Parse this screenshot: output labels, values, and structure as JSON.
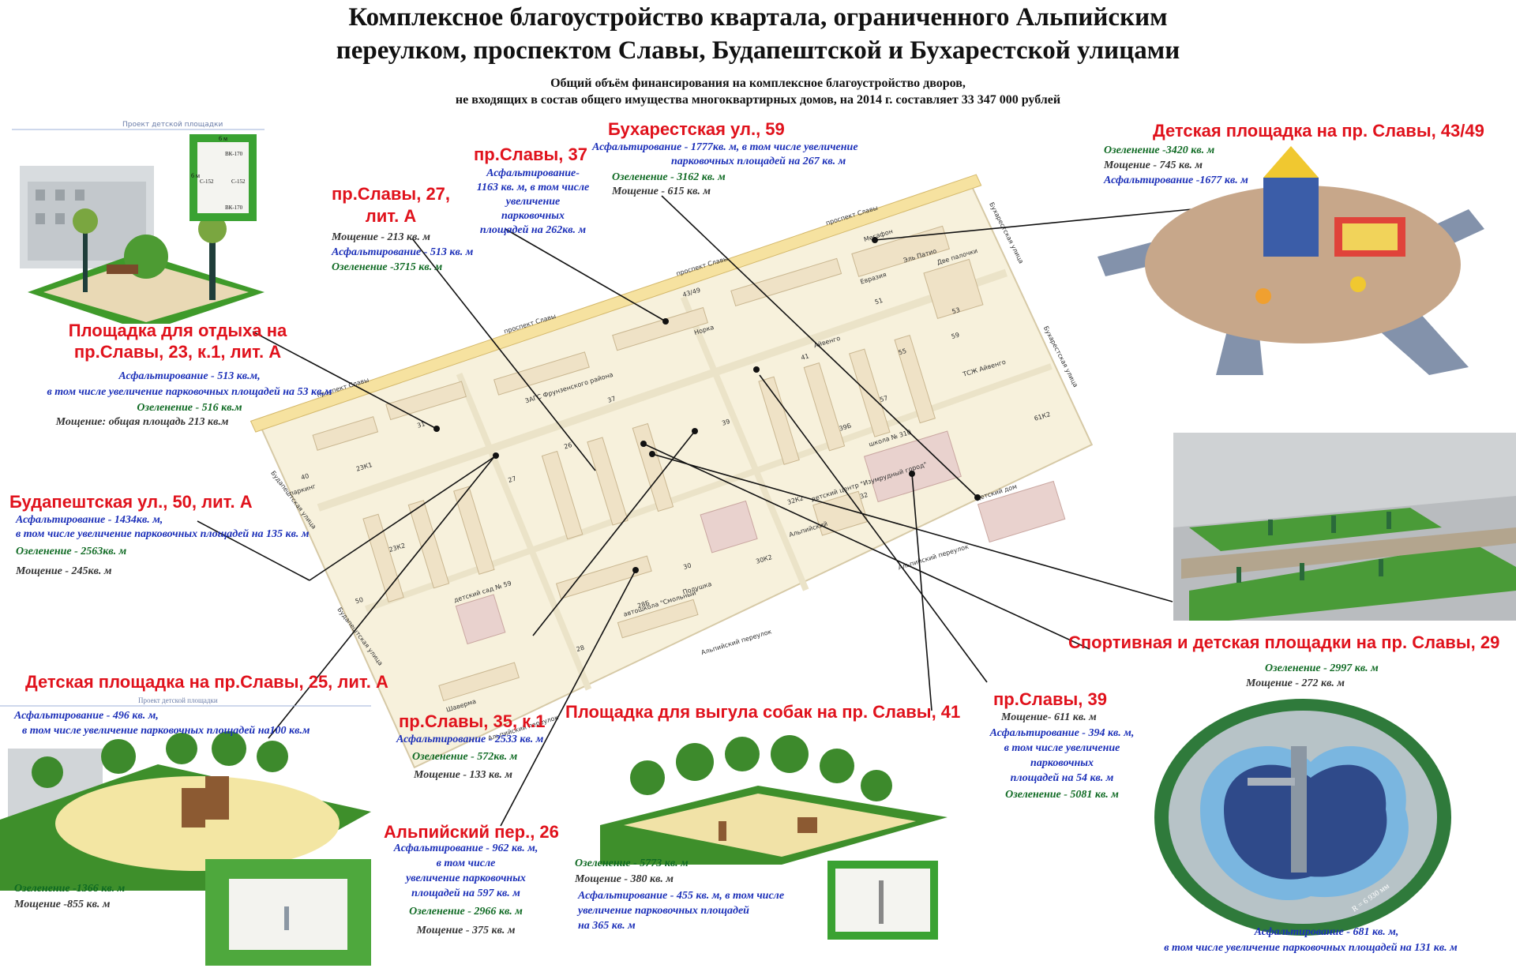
{
  "title_line1": "Комплексное благоустройство квартала, ограниченного Альпийским",
  "title_line2": "переулком, проспектом Славы, Будапештской и Бухарестской улицами",
  "subtitle_line1": "Общий объём финансирования  на комплексное благоустройство дворов,",
  "subtitle_line2": "не входящих в состав общего имущества многоквартирных домов, на 2014 г. составляет 33 347 000  рублей",
  "accent": "#e0121c",
  "map": {
    "streets": {
      "prospekt_slavy_1": "проспект Славы",
      "prospekt_slavy_2": "проспект Славы",
      "prospekt_slavy_3": "проспект Славы",
      "prospekt_slavy_4": "проспект Славы",
      "alpiysky_1": "Альпийский переулок",
      "alpiysky_2": "Альпийский переулок",
      "alpiysky_3": "Альпийский переулок",
      "budapeshtskaya_1": "Будапештская улица",
      "budapeshtskaya_2": "Будапештская улица",
      "bukharestskaya_1": "Бухарестская улица",
      "bukharestskaya_2": "Бухарестская улица"
    },
    "labels": {
      "zags": "ЗАГС Фрунзенского района",
      "school": "школа № 310",
      "kindergarten_59": "детский сад № 59",
      "children_center": "детский центр \"Изумрудный город\"",
      "autoschool": "автошкола \"Смольный\"",
      "megafon": "Мегафон",
      "eurasia": "Евразия",
      "el_patio": "Эль Патио",
      "dve_palochki": "Две палочки",
      "norka": "Норка",
      "alpiysky": "Альпийский",
      "polushka": "Полушка",
      "tszh": "ТСЖ Айвенго",
      "sheverma": "Шаверма",
      "parking": "паркинг",
      "kids_home": "детский дом",
      "aivengo": "Айвенго",
      "n31": "31",
      "n37": "37",
      "n39": "39",
      "n41": "41",
      "n43_49": "43/49",
      "n51": "51",
      "n53": "53",
      "n55": "55",
      "n57": "57",
      "n59": "59",
      "n61k2": "61К2",
      "n23k1": "23К1",
      "n23k2": "23К2",
      "n27": "27",
      "n26": "26",
      "n28": "28",
      "n30": "30",
      "n30k2": "30К2",
      "n32k2": "32К2",
      "n32": "32",
      "n50": "50",
      "n40": "40",
      "n39b": "39Б",
      "n28b": "28Б"
    }
  },
  "blocks": {
    "otdykh": {
      "title": "Площадка для отдыха на пр.Славы, 23, к.1, лит. А",
      "asphalt": "Асфальтирование - 513 кв.м,",
      "asphalt2": "в том числе увеличение парковочных площадей на 53 кв.м",
      "green": "Озеленение - 516 кв.м",
      "paving": "Мощение: общая площадь 213 кв.м",
      "pic_caption": "Проект детской площадки",
      "pic_w": "6 м",
      "pic_h": "6 м",
      "pic_vk1": "ВК-170",
      "pic_vk2": "ВК-170",
      "pic_s1": "С-152",
      "pic_s2": "С-152"
    },
    "slavy27": {
      "title1": "пр.Славы, 27,",
      "title2": "лит. А",
      "paving": "Мощение - 213 кв. м",
      "asphalt": "Асфальтирование - 513 кв. м",
      "green": "Озеленение -3715  кв. м"
    },
    "slavy37": {
      "title": "пр.Славы, 37",
      "asphalt1": "Асфальтирование-",
      "asphalt2": "1163 кв. м, в том числе",
      "asphalt3": "увеличение",
      "asphalt4": "парковочных",
      "asphalt5": "площадей на 262кв. м"
    },
    "bukh59": {
      "title": "Бухарестская ул., 59",
      "asphalt1": "Асфальтирование - 1777кв. м, в том числе увеличение",
      "asphalt2": "парковочных площадей на 267 кв. м",
      "green": "Озеленение - 3162 кв. м",
      "paving": "Мощение - 615 кв. м"
    },
    "slavy4349": {
      "title": "Детская площадка на пр. Славы, 43/49",
      "green": "Озеленение -3420 кв. м",
      "paving": "Мощение - 745 кв. м",
      "asphalt": "Асфальтирование -1677 кв. м"
    },
    "budapesht50": {
      "title": "Будапештская ул., 50, лит. А",
      "asphalt1": "Асфальтирование - 1434кв. м,",
      "asphalt2": "в том числе увеличение парковочных площадей на 135 кв. м",
      "green": "Озеленение - 2563кв. м",
      "paving": "Мощение - 245кв. м"
    },
    "slavy29": {
      "title": "Спортивная и детская  площадки на пр. Славы, 29",
      "green": "Озеленение - 2997 кв. м",
      "paving": "Мощение - 272 кв. м"
    },
    "slavy25": {
      "title": "Детская площадка на пр.Славы, 25, лит. А",
      "asphalt1": "Асфальтирование - 496 кв. м,",
      "asphalt2": "в том числе увеличение парковочных площадей на100 кв.м",
      "green": "Озеленение -1366 кв. м",
      "paving": "Мощение -855 кв. м",
      "pic_caption": "Проект детской площадки"
    },
    "slavy35": {
      "title": "пр.Славы, 35, к.1",
      "asphalt": "Асфальтирование - 2533 кв. м",
      "green": "Озеленение - 572кв. м",
      "paving": "Мощение - 133 кв. м"
    },
    "dogs41": {
      "title": "Площадка для выгула собак на пр. Славы, 41",
      "green": "Озеленение - 5773 кв. м",
      "paving": "Мощение - 380 кв. м",
      "asphalt1": "Асфальтирование - 455 кв. м, в том числе",
      "asphalt2": "увеличение парковочных площадей",
      "asphalt3": "на 365 кв. м"
    },
    "alp26": {
      "title": "Альпийский пер., 26",
      "asphalt1": "Асфальтирование - 962 кв. м,",
      "asphalt2": "в том числе",
      "asphalt3": "увеличение парковочных",
      "asphalt4": "площадей на 597 кв. м",
      "green": "Озеленение - 2966 кв. м",
      "paving": "Мощение - 375 кв. м"
    },
    "slavy39": {
      "title": "пр.Славы, 39",
      "paving": "Мощение- 611 кв. м",
      "asphalt1": "Асфальтирование - 394 кв. м,",
      "asphalt2": "в том числе увеличение",
      "asphalt3": "парковочных",
      "asphalt4": "площадей на 54 кв. м",
      "green": "Озеленение - 5081 кв. м"
    },
    "round": {
      "asphalt1": "Асфальтирование - 681 кв. м,",
      "asphalt2": "в том числе увеличение парковочных площадей на 131 кв. м",
      "radius": "R = 6 930 мм"
    }
  }
}
